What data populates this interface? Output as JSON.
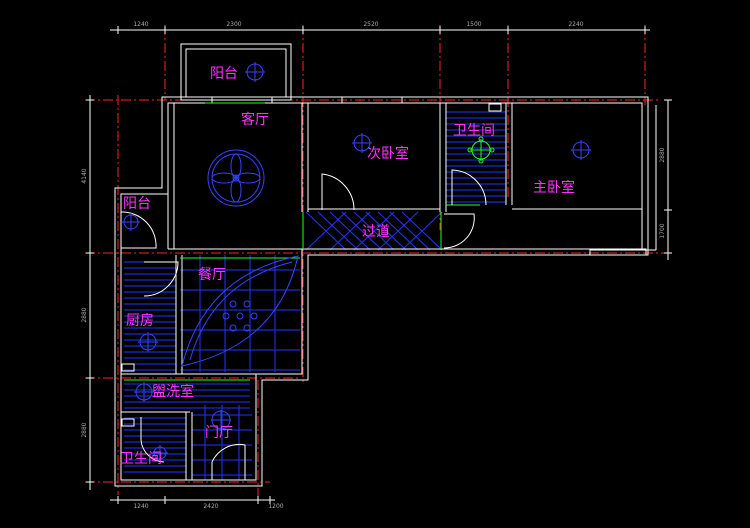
{
  "colors": {
    "background": "#000000",
    "wall": "#ffffff",
    "room_label": "#ff33ff",
    "dimension": "#ffffff",
    "dimension_text": "#aaaaaa",
    "axis_line": "#ff2222",
    "hatch": "#2233ff",
    "symbol": "#3344ff",
    "fixture_green": "#22ff22",
    "door_white": "#ffffff"
  },
  "rooms": {
    "balcony_top": "阳台",
    "living": "客厅",
    "second_bedroom": "次卧室",
    "bath_top": "卫生间",
    "master_bedroom": "主卧室",
    "balcony_left": "阳台",
    "corridor": "过道",
    "dining": "餐厅",
    "kitchen": "厨房",
    "washroom": "盥洗室",
    "entry_hall": "门厅",
    "bath_bottom": "卫生间"
  },
  "dimensions": {
    "top": [
      "1240",
      "2300",
      "2520",
      "1500",
      "2240"
    ],
    "left": [
      "4140",
      "2880",
      "2880"
    ],
    "right": [
      "2880",
      "1700"
    ],
    "bottom": [
      "1240",
      "2420",
      "1200"
    ]
  }
}
